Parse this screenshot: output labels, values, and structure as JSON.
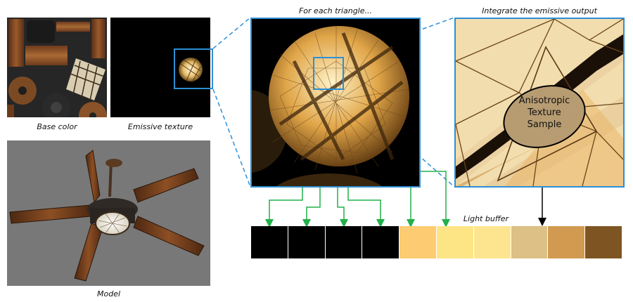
{
  "captions": {
    "base_color": "Base color",
    "emissive_texture": "Emissive texture",
    "model": "Model",
    "for_each_triangle": "For each triangle...",
    "integrate": "Integrate the emissive output",
    "light_buffer": "Light buffer"
  },
  "sample_ellipse_label": [
    "Anisotropic",
    "Texture",
    "Sample"
  ],
  "light_buffer_colors": [
    "#000000",
    "#000000",
    "#000000",
    "#000000",
    "#fdcb71",
    "#fde586",
    "#fde58f",
    "#dcc085",
    "#d19a50",
    "#7e5522"
  ],
  "colors": {
    "highlight_box": "#2d8fd6",
    "dashed_connector": "#2d8fd6",
    "arrow_green": "#22b04a",
    "arrow_black": "#000000",
    "model_background": "#787878"
  }
}
